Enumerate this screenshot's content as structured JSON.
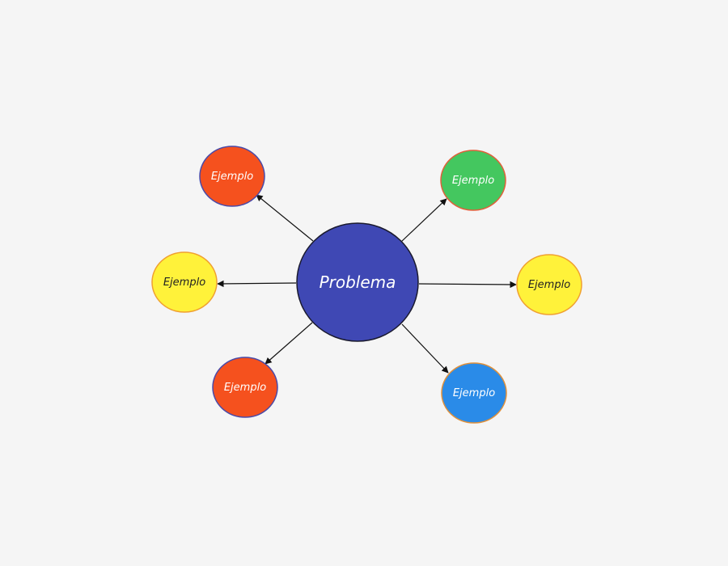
{
  "center": {
    "label": "Problema",
    "fill": "#3f48b4",
    "stroke": "#1a1a2e",
    "text_color": "#ffffff"
  },
  "children": [
    {
      "id": "top-left",
      "label": "Ejemplo",
      "fill": "#f5511e",
      "stroke": "#4a4aa8",
      "text_color": "#ffffff"
    },
    {
      "id": "top-right",
      "label": "Ejemplo",
      "fill": "#44c75f",
      "stroke": "#e0603a",
      "text_color": "#ffffff"
    },
    {
      "id": "mid-left",
      "label": "Ejemplo",
      "fill": "#fff23a",
      "stroke": "#f0a030",
      "text_color": "#222222"
    },
    {
      "id": "mid-right",
      "label": "Ejemplo",
      "fill": "#fff23a",
      "stroke": "#f0a030",
      "text_color": "#222222"
    },
    {
      "id": "bottom-left",
      "label": "Ejemplo",
      "fill": "#f5511e",
      "stroke": "#4a4aa8",
      "text_color": "#ffffff"
    },
    {
      "id": "bottom-right",
      "label": "Ejemplo",
      "fill": "#2a8be8",
      "stroke": "#e0903a",
      "text_color": "#ffffff"
    }
  ],
  "connector_color": "#111111",
  "background": "#f5f5f5"
}
